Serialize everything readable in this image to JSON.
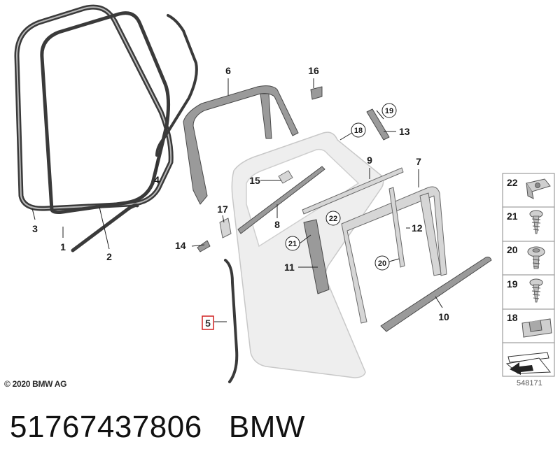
{
  "callouts": [
    {
      "id": "1",
      "text": "1"
    },
    {
      "id": "2",
      "text": "2"
    },
    {
      "id": "3",
      "text": "3"
    },
    {
      "id": "4",
      "text": "4"
    },
    {
      "id": "5",
      "text": "5",
      "highlighted": true
    },
    {
      "id": "6",
      "text": "6"
    },
    {
      "id": "7",
      "text": "7"
    },
    {
      "id": "8",
      "text": "8"
    },
    {
      "id": "9",
      "text": "9"
    },
    {
      "id": "10",
      "text": "10"
    },
    {
      "id": "11",
      "text": "11"
    },
    {
      "id": "12",
      "text": "12"
    },
    {
      "id": "13",
      "text": "13"
    },
    {
      "id": "14",
      "text": "14"
    },
    {
      "id": "15",
      "text": "15"
    },
    {
      "id": "16",
      "text": "16"
    },
    {
      "id": "17",
      "text": "17"
    },
    {
      "id": "18",
      "text": "18"
    },
    {
      "id": "19",
      "text": "19"
    },
    {
      "id": "20",
      "text": "20"
    },
    {
      "id": "21",
      "text": "21"
    },
    {
      "id": "22",
      "text": "22"
    }
  ],
  "legend": [
    {
      "number": "22",
      "icon": "clip-nut-icon"
    },
    {
      "number": "21",
      "icon": "tapping-screw-icon"
    },
    {
      "number": "20",
      "icon": "pan-head-screw-icon"
    },
    {
      "number": "19",
      "icon": "tapping-screw-icon"
    },
    {
      "number": "18",
      "icon": "bracket-clip-icon"
    },
    {
      "number": "",
      "icon": "arrow-note-icon"
    }
  ],
  "copyright": "© 2020 BMW AG",
  "image_number": "548171",
  "part_number": "51767437806",
  "brand": "BMW",
  "colors": {
    "highlight": "#d02020",
    "part_dark": "#3a3a3a",
    "door_fill": "#eeeeee",
    "legend_border": "#888888"
  }
}
